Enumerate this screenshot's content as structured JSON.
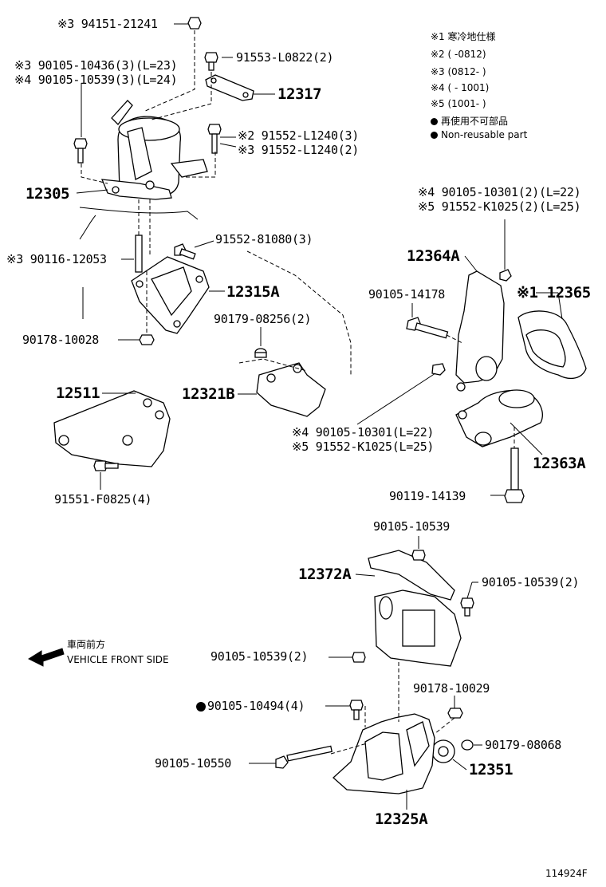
{
  "notes": {
    "n1": "※1 寒冷地仕様",
    "n2": "※2 (      -0812)",
    "n3": "※3 (0812-      )",
    "n4": "※4 (      - 1001)",
    "n5": "※5 (1001-      )",
    "nonreusable_jp": "再使用不可部品",
    "nonreusable_en": "Non-reusable part"
  },
  "direction": {
    "jp": "車両前方",
    "en": "VEHICLE FRONT SIDE"
  },
  "figure_id": "114924F",
  "labels": {
    "l01": "※3 94151-21241",
    "l02": "※3 90105-10436(3)(L=23)",
    "l03": "※4 90105-10539(3)(L=24)",
    "l04": "91553-L0822(2)",
    "l05": "12317",
    "l06": "※2 91552-L1240(3)",
    "l07": "※3 91552-L1240(2)",
    "l08": "12305",
    "l09": "91552-81080(3)",
    "l10": "※3 90116-12053",
    "l11": "12315A",
    "l12": "90178-10028",
    "l13": "90179-08256(2)",
    "l14": "12321B",
    "l15": "12511",
    "l16": "91551-F0825(4)",
    "l17": "※4 90105-10301(2)(L=22)",
    "l18": "※5 91552-K1025(2)(L=25)",
    "l19": "12364A",
    "l20": "90105-14178",
    "l21": "※1 12365",
    "l22": "※4 90105-10301(L=22)",
    "l23": "※5 91552-K1025(L=25)",
    "l24": "12363A",
    "l25": "90119-14139",
    "l26": "90105-10539",
    "l27": "12372A",
    "l28": "90105-10539(2)",
    "l29": "90105-10539(2)",
    "l30": "90105-10494(4)",
    "l31": "90178-10029",
    "l32": "90179-08068",
    "l33": "90105-10550",
    "l34": "12351",
    "l35": "12325A"
  }
}
